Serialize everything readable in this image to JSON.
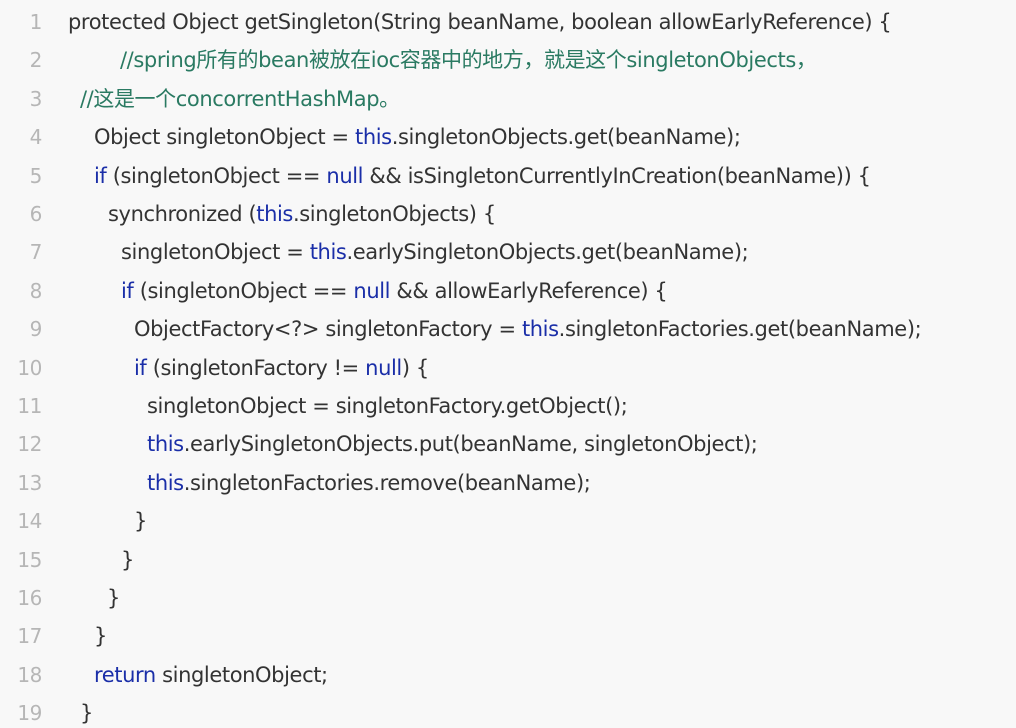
{
  "editor": {
    "colors": {
      "background": "#f8f8f8",
      "line_number": "#b6b6b6",
      "text": "#333333",
      "keyword": "#1a2ea8",
      "comment": "#2a7a62"
    },
    "lines": [
      {
        "number": "1",
        "tokens": [
          {
            "text": "protected Object getSingleton(String beanName, boolean allowEarlyReference) {",
            "type": "text"
          }
        ]
      },
      {
        "number": "2",
        "tokens": [
          {
            "text": "//spring所有的bean被放在ioc容器中的地方，就是这个singletonObjects，",
            "type": "comment"
          }
        ]
      },
      {
        "number": "3",
        "tokens": [
          {
            "text": "//这是一个concorrentHashMap。",
            "type": "comment"
          }
        ]
      },
      {
        "number": "4",
        "tokens": [
          {
            "text": "Object singletonObject = ",
            "type": "text"
          },
          {
            "text": "this",
            "type": "keyword"
          },
          {
            "text": ".singletonObjects.get(beanName);",
            "type": "text"
          }
        ]
      },
      {
        "number": "5",
        "tokens": [
          {
            "text": "if",
            "type": "keyword"
          },
          {
            "text": " (singletonObject == ",
            "type": "text"
          },
          {
            "text": "null",
            "type": "keyword"
          },
          {
            "text": " && isSingletonCurrentlyInCreation(beanName)) {",
            "type": "text"
          }
        ]
      },
      {
        "number": "6",
        "tokens": [
          {
            "text": "synchronized (",
            "type": "text"
          },
          {
            "text": "this",
            "type": "keyword"
          },
          {
            "text": ".singletonObjects) {",
            "type": "text"
          }
        ]
      },
      {
        "number": "7",
        "tokens": [
          {
            "text": "singletonObject = ",
            "type": "text"
          },
          {
            "text": "this",
            "type": "keyword"
          },
          {
            "text": ".earlySingletonObjects.get(beanName);",
            "type": "text"
          }
        ]
      },
      {
        "number": "8",
        "tokens": [
          {
            "text": "if",
            "type": "keyword"
          },
          {
            "text": " (singletonObject == ",
            "type": "text"
          },
          {
            "text": "null",
            "type": "keyword"
          },
          {
            "text": " && allowEarlyReference) {",
            "type": "text"
          }
        ]
      },
      {
        "number": "9",
        "tokens": [
          {
            "text": "ObjectFactory<?> singletonFactory = ",
            "type": "text"
          },
          {
            "text": "this",
            "type": "keyword"
          },
          {
            "text": ".singletonFactories.get(beanName);",
            "type": "text"
          }
        ]
      },
      {
        "number": "10",
        "tokens": [
          {
            "text": "if",
            "type": "keyword"
          },
          {
            "text": " (singletonFactory != ",
            "type": "text"
          },
          {
            "text": "null",
            "type": "keyword"
          },
          {
            "text": ") {",
            "type": "text"
          }
        ]
      },
      {
        "number": "11",
        "tokens": [
          {
            "text": "singletonObject = singletonFactory.getObject();",
            "type": "text"
          }
        ]
      },
      {
        "number": "12",
        "tokens": [
          {
            "text": "this",
            "type": "keyword"
          },
          {
            "text": ".earlySingletonObjects.put(beanName, singletonObject);",
            "type": "text"
          }
        ]
      },
      {
        "number": "13",
        "tokens": [
          {
            "text": "this",
            "type": "keyword"
          },
          {
            "text": ".singletonFactories.remove(beanName);",
            "type": "text"
          }
        ]
      },
      {
        "number": "14",
        "tokens": [
          {
            "text": "}",
            "type": "text"
          }
        ]
      },
      {
        "number": "15",
        "tokens": [
          {
            "text": "}",
            "type": "text"
          }
        ]
      },
      {
        "number": "16",
        "tokens": [
          {
            "text": "}",
            "type": "text"
          }
        ]
      },
      {
        "number": "17",
        "tokens": [
          {
            "text": "}",
            "type": "text"
          }
        ]
      },
      {
        "number": "18",
        "tokens": [
          {
            "text": "return",
            "type": "keyword"
          },
          {
            "text": " singletonObject;",
            "type": "text"
          }
        ]
      },
      {
        "number": "19",
        "tokens": [
          {
            "text": "}",
            "type": "text"
          }
        ]
      }
    ]
  }
}
